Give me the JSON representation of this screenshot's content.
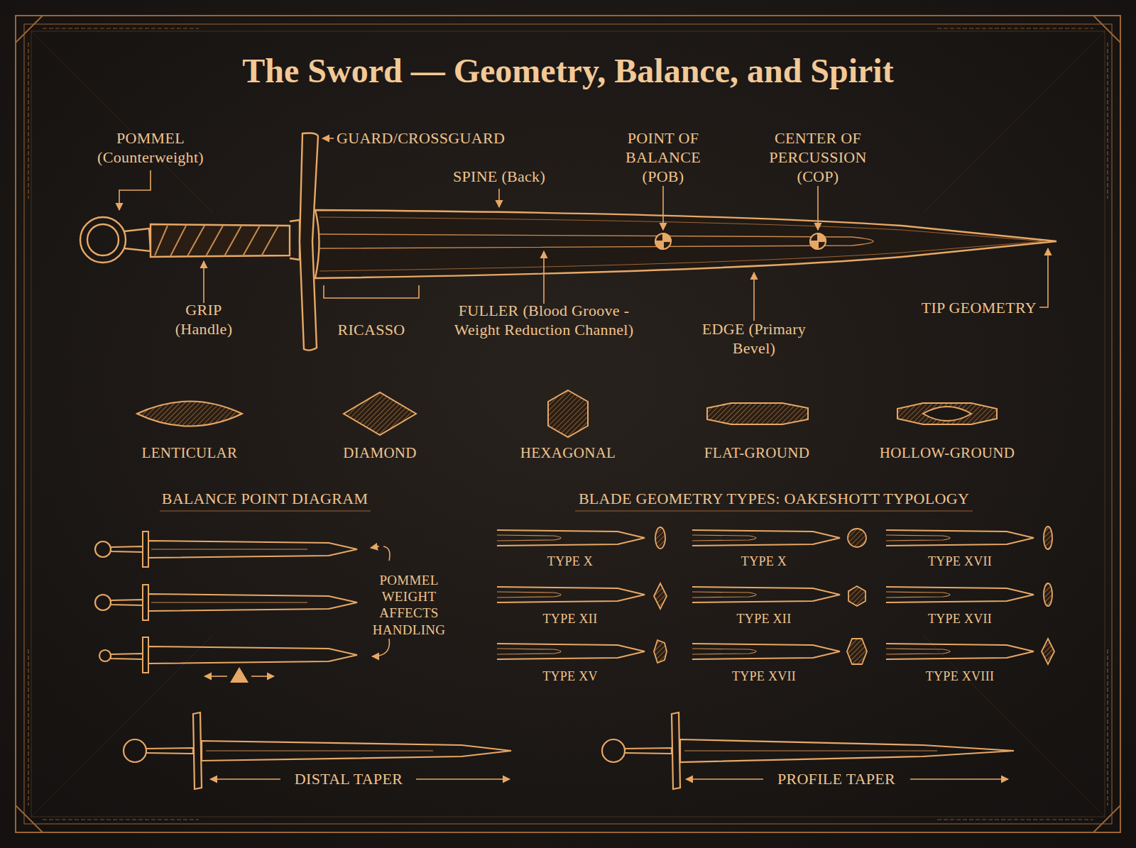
{
  "diagram": {
    "title": "The Sword — Geometry, Balance, and Spirit",
    "labels": [
      "POMMEL (Counterweight)",
      "GUARD/CROSSGUARD",
      "SPINE (Back)",
      "POINT OF BALANCE (POB)",
      "CENTER OF PERCUSSION (COP)",
      "GRIP (Handle)",
      "RICASSO",
      "FULLER (Blood Groove - Weight Reduction Channel)",
      "EDGE (Primary Bevel)",
      "TIP GEOMETRY",
      "LENTICULAR",
      "DIAMOND",
      "HEXAGONAL",
      "FLAT-GROUND",
      "HOLLOW-GROUND",
      "BALANCE POINT DIAGRAM",
      "POMMEL WEIGHT AFFECTS HANDLING",
      "BLADE GEOMETRY TYPES: OAKESHOTT TYPOLOGY",
      "TYPE X",
      "TYPE X",
      "TYPE XVII",
      "TYPE XII",
      "TYPE XII",
      "TYPE XVII",
      "TYPE XV",
      "TYPE XVII",
      "TYPE XVIII",
      "DISTAL TAPER",
      "PROFILE TAPER"
    ]
  }
}
